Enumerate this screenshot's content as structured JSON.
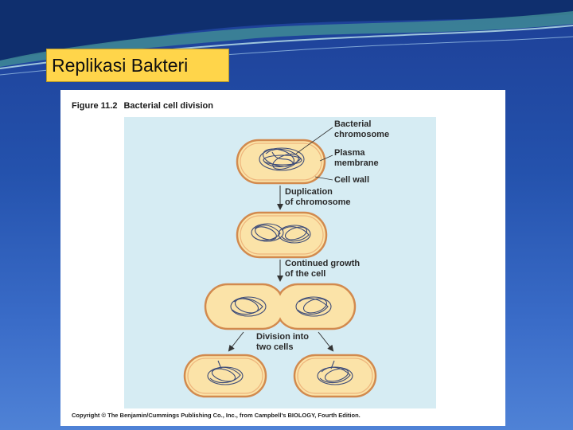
{
  "slide": {
    "title": "Replikasi Bakteri"
  },
  "figure": {
    "number": "Figure 11.2",
    "title": "Bacterial cell division",
    "labels": {
      "chromosome": [
        "Bacterial",
        "chromosome"
      ],
      "membrane": [
        "Plasma",
        "membrane"
      ],
      "wall": "Cell wall",
      "duplication": [
        "Duplication",
        "of chromosome"
      ],
      "growth": [
        "Continued growth",
        "of the cell"
      ],
      "division": [
        "Division into",
        "two cells"
      ]
    },
    "copyright": "Copyright © The Benjamin/Cummings Publishing Co., Inc., from Campbell's BIOLOGY, Fourth Edition."
  },
  "colors": {
    "cell_fill": "#fbe3a8",
    "cell_outline": "#d28a4e",
    "membrane": "#eeb57c",
    "chromosome": "#3b4a78",
    "title_box": "#ffd54a",
    "diagram_bg": "#d6ecf3"
  }
}
